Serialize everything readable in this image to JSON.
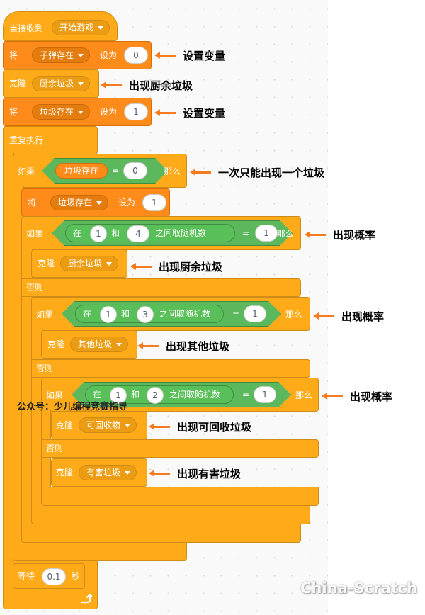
{
  "script": {
    "hat": {
      "label": "当接收到",
      "message": "开始游戏"
    },
    "set_bullet": {
      "label": "将",
      "variable": "子弹存在",
      "to_label": "设为",
      "value": "0"
    },
    "clone_1": {
      "label": "克隆",
      "target": "厨余垃圾"
    },
    "set_trash": {
      "label": "将",
      "variable": "垃圾存在",
      "to_label": "设为",
      "value": "1"
    },
    "forever": {
      "label": "重复执行"
    },
    "if_main": {
      "if_label": "如果",
      "reporter": "垃圾存在",
      "op": "=",
      "value": "0",
      "then_label": "那么"
    },
    "set_trash_2": {
      "label": "将",
      "variable": "垃圾存在",
      "to_label": "设为",
      "value": "1"
    },
    "if_1": {
      "if_label": "如果",
      "pick_label": "在",
      "from": "1",
      "and_label": "和",
      "to": "4",
      "between_label": "之间取随机数",
      "op": "=",
      "value": "1",
      "then_label": "那么"
    },
    "clone_food": {
      "label": "克隆",
      "target": "厨余垃圾"
    },
    "else_1": {
      "label": "否则"
    },
    "if_2": {
      "if_label": "如果",
      "pick_label": "在",
      "from": "1",
      "and_label": "和",
      "to": "3",
      "between_label": "之间取随机数",
      "op": "=",
      "value": "1",
      "then_label": "那么"
    },
    "clone_other": {
      "label": "克隆",
      "target": "其他垃圾"
    },
    "else_2": {
      "label": "否则"
    },
    "if_3": {
      "if_label": "如果",
      "pick_label": "在",
      "from": "1",
      "and_label": "和",
      "to": "2",
      "between_label": "之间取随机数",
      "op": "=",
      "value": "1",
      "then_label": "那么"
    },
    "clone_recycle": {
      "label": "克隆",
      "target": "可回收物"
    },
    "else_3": {
      "label": "否则"
    },
    "clone_harmful": {
      "label": "克隆",
      "target": "有害垃圾"
    },
    "wait": {
      "label": "等待",
      "value": "0.1",
      "unit": "秒"
    }
  },
  "annotations": {
    "a1": "设置变量",
    "a2": "出现厨余垃圾",
    "a3": "设置变量",
    "a4": "一次只能出现一个垃圾",
    "a5": "出现概率",
    "a6": "出现厨余垃圾",
    "a7": "出现概率",
    "a8": "出现其他垃圾",
    "a9": "出现概率",
    "a10": "出现可回收垃圾",
    "a11": "出现有害垃圾"
  },
  "watermarks": {
    "left": "公众号：少儿编程竞赛指导",
    "right": "China-Scratch"
  },
  "colors": {
    "control": "#ffab19",
    "variables": "#ff8c1a",
    "operators": "#5cb85c",
    "annotation_arrow": "#f47b20"
  },
  "icons": {
    "loop": "loop-arrow-icon",
    "dropdown": "chevron-down-icon"
  }
}
